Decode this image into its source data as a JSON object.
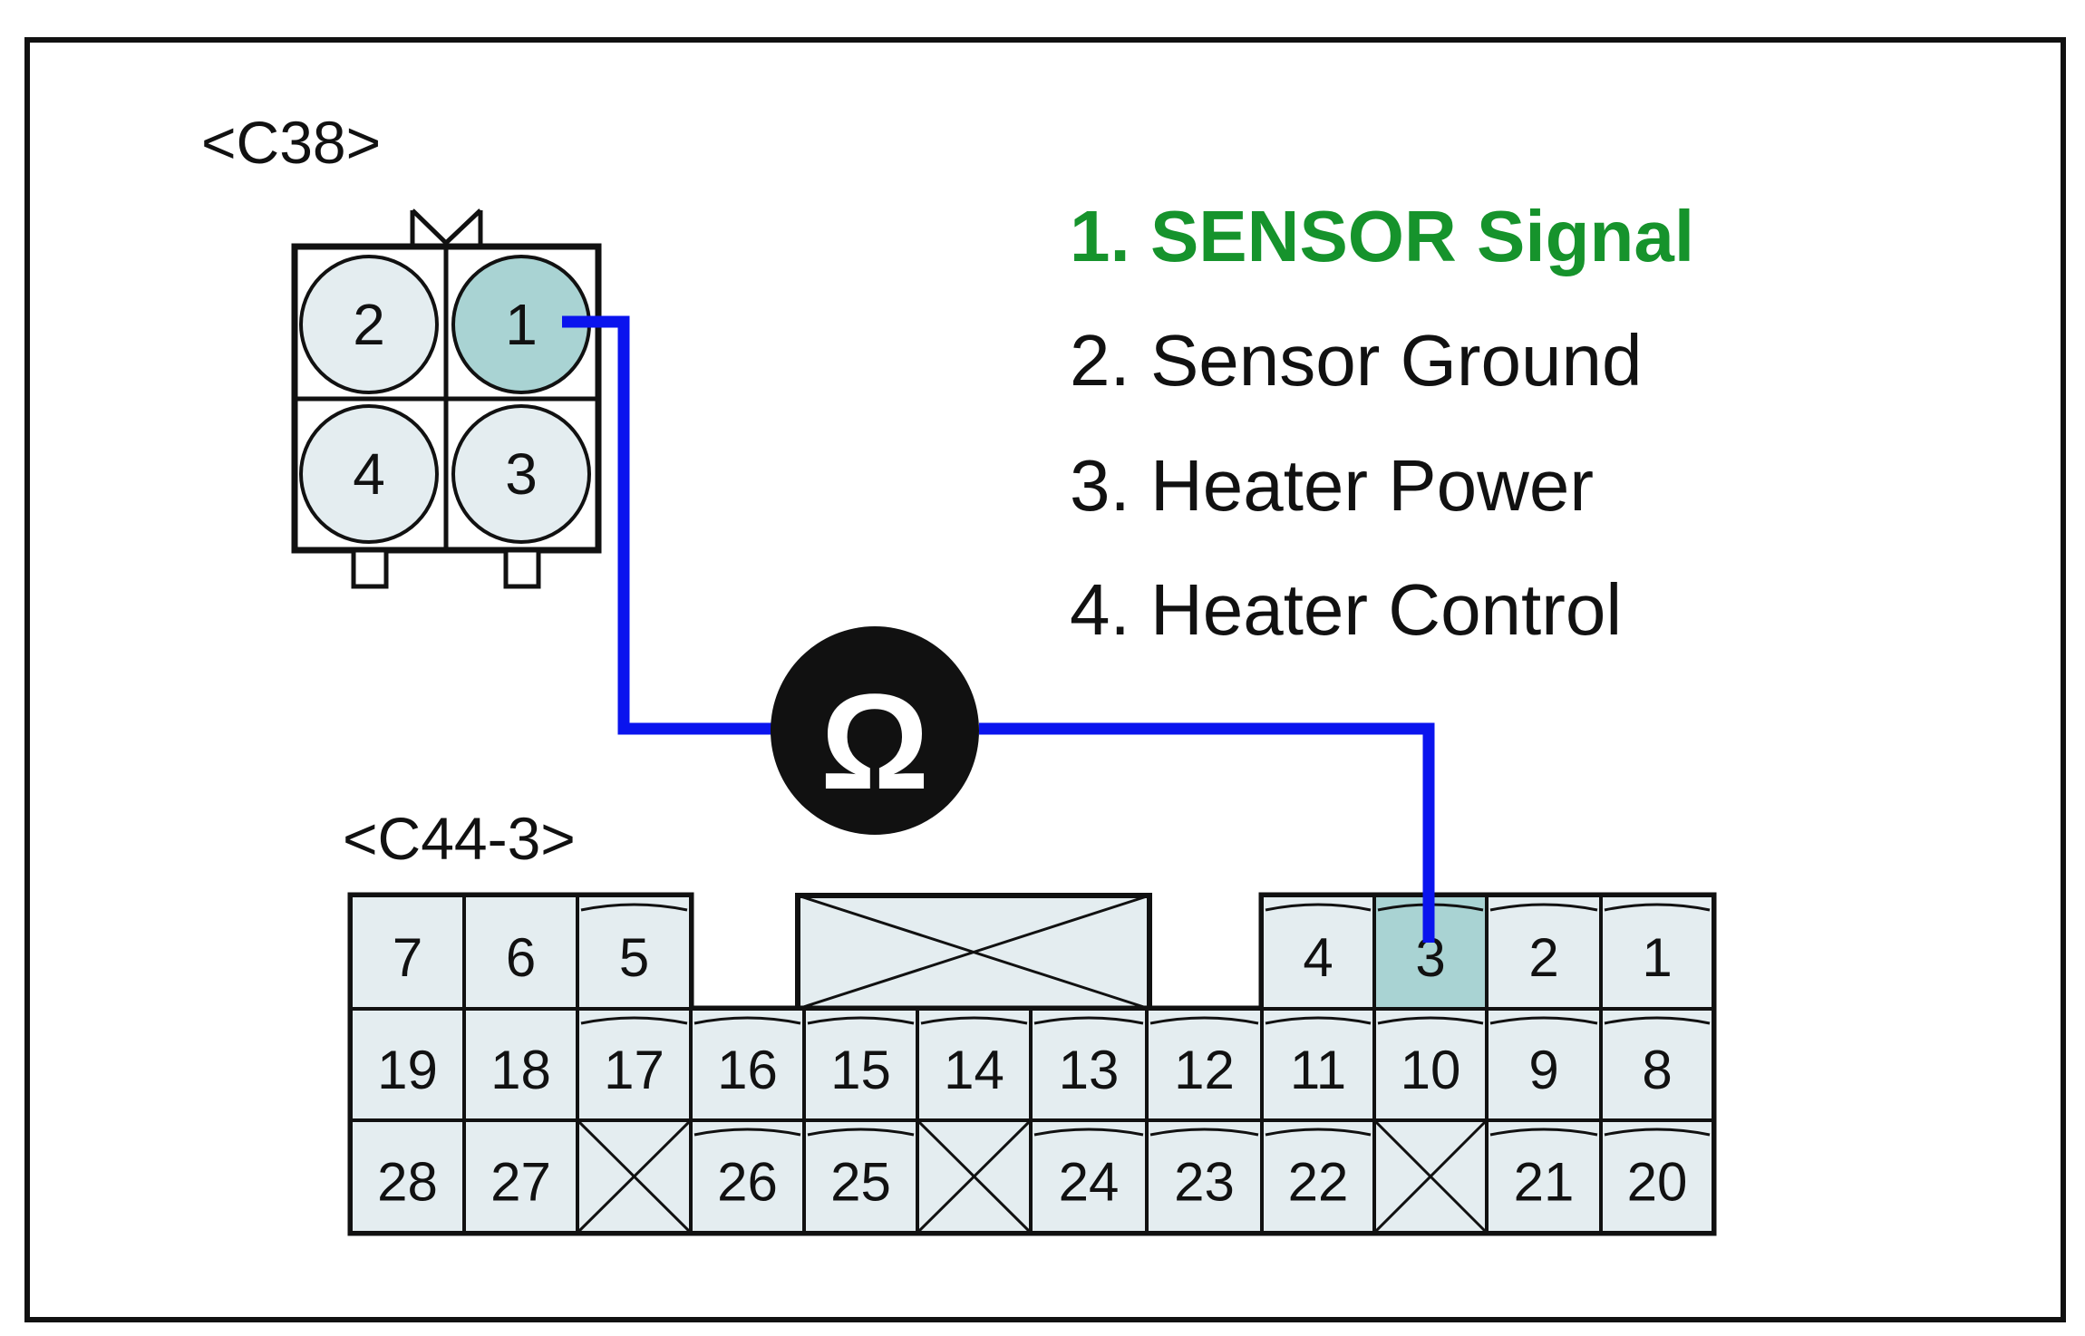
{
  "connectors": {
    "c38": {
      "label": "<C38>",
      "pins": [
        "1",
        "2",
        "3",
        "4"
      ],
      "highlighted_pin": "1"
    },
    "c44": {
      "label": "<C44-3>",
      "pins": [
        "1",
        "2",
        "3",
        "4",
        "5",
        "6",
        "7",
        "8",
        "9",
        "10",
        "11",
        "12",
        "13",
        "14",
        "15",
        "16",
        "17",
        "18",
        "19",
        "20",
        "21",
        "22",
        "23",
        "24",
        "25",
        "26",
        "27",
        "28"
      ],
      "highlighted_pin": "3"
    }
  },
  "legend": {
    "items": [
      {
        "text": "1. SENSOR Signal",
        "highlight": true
      },
      {
        "text": "2. Sensor Ground",
        "highlight": false
      },
      {
        "text": "3. Heater Power",
        "highlight": false
      },
      {
        "text": "4. Heater Control",
        "highlight": false
      }
    ]
  },
  "meter": {
    "symbol": "Ω",
    "icon": "ohmmeter-icon"
  },
  "colors": {
    "wire": "#0a14ee",
    "highlight_fill": "#a9d3d3",
    "pin_fill": "#e4edf0",
    "legend_highlight": "#16932c"
  }
}
